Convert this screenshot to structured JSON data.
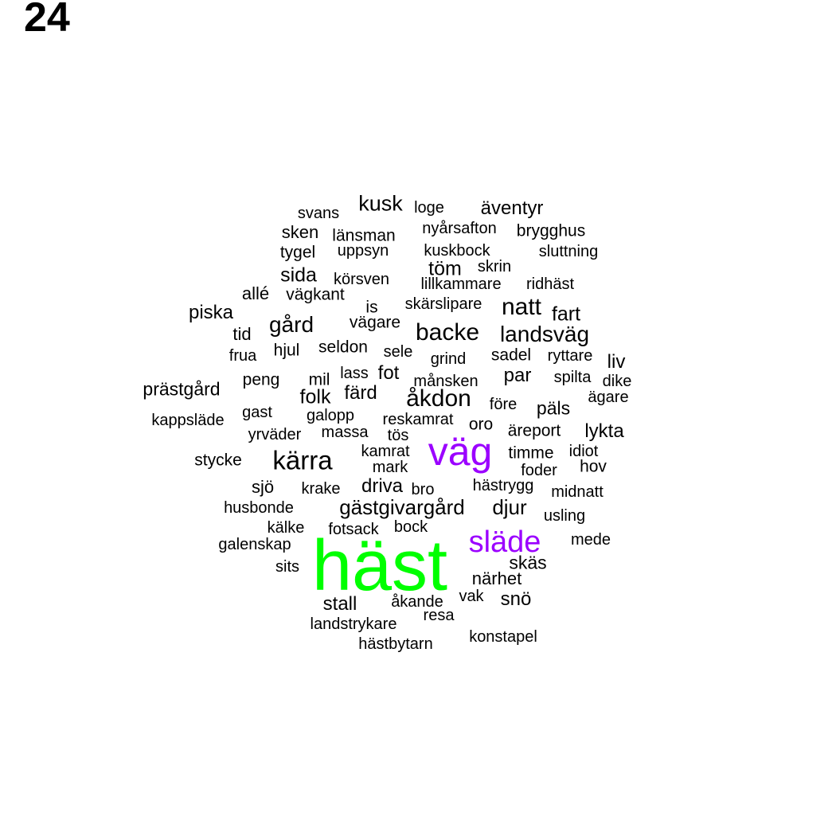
{
  "page_number": "24",
  "colors": {
    "largest": "#00ff00",
    "large": "#9b00ff",
    "normal": "#000000"
  },
  "words": [
    {
      "text": "häst",
      "tier": "largest"
    },
    {
      "text": "väg",
      "tier": "large"
    },
    {
      "text": "släde",
      "tier": "large"
    },
    {
      "text": "kärra",
      "tier": "normal"
    },
    {
      "text": "åkdon",
      "tier": "normal"
    },
    {
      "text": "backe",
      "tier": "normal"
    },
    {
      "text": "natt",
      "tier": "normal"
    },
    {
      "text": "gård",
      "tier": "normal"
    },
    {
      "text": "landsväg",
      "tier": "normal"
    },
    {
      "text": "gästgivargård",
      "tier": "normal"
    },
    {
      "text": "djur",
      "tier": "normal"
    },
    {
      "text": "kusk",
      "tier": "normal"
    },
    {
      "text": "äventyr",
      "tier": "normal"
    },
    {
      "text": "fart",
      "tier": "normal"
    },
    {
      "text": "töm",
      "tier": "normal"
    },
    {
      "text": "sida",
      "tier": "normal"
    },
    {
      "text": "piska",
      "tier": "normal"
    },
    {
      "text": "prästgård",
      "tier": "normal"
    },
    {
      "text": "folk",
      "tier": "normal"
    },
    {
      "text": "färd",
      "tier": "normal"
    },
    {
      "text": "fot",
      "tier": "normal"
    },
    {
      "text": "par",
      "tier": "normal"
    },
    {
      "text": "päls",
      "tier": "normal"
    },
    {
      "text": "lykta",
      "tier": "normal"
    },
    {
      "text": "liv",
      "tier": "normal"
    },
    {
      "text": "driva",
      "tier": "normal"
    },
    {
      "text": "stall",
      "tier": "normal"
    },
    {
      "text": "snö",
      "tier": "normal"
    },
    {
      "text": "skäs",
      "tier": "normal"
    },
    {
      "text": "närhet",
      "tier": "normal"
    },
    {
      "text": "timme",
      "tier": "normal"
    },
    {
      "text": "hov",
      "tier": "normal"
    },
    {
      "text": "svans",
      "tier": "normal"
    },
    {
      "text": "loge",
      "tier": "normal"
    },
    {
      "text": "sken",
      "tier": "normal"
    },
    {
      "text": "länsman",
      "tier": "normal"
    },
    {
      "text": "nyårsafton",
      "tier": "normal"
    },
    {
      "text": "brygghus",
      "tier": "normal"
    },
    {
      "text": "tygel",
      "tier": "normal"
    },
    {
      "text": "uppsyn",
      "tier": "normal"
    },
    {
      "text": "kuskbock",
      "tier": "normal"
    },
    {
      "text": "sluttning",
      "tier": "normal"
    },
    {
      "text": "skrin",
      "tier": "normal"
    },
    {
      "text": "körsven",
      "tier": "normal"
    },
    {
      "text": "lillkammare",
      "tier": "normal"
    },
    {
      "text": "ridhäst",
      "tier": "normal"
    },
    {
      "text": "allé",
      "tier": "normal"
    },
    {
      "text": "vägkant",
      "tier": "normal"
    },
    {
      "text": "is",
      "tier": "normal"
    },
    {
      "text": "skärslipare",
      "tier": "normal"
    },
    {
      "text": "tid",
      "tier": "normal"
    },
    {
      "text": "vägare",
      "tier": "normal"
    },
    {
      "text": "frua",
      "tier": "normal"
    },
    {
      "text": "hjul",
      "tier": "normal"
    },
    {
      "text": "seldon",
      "tier": "normal"
    },
    {
      "text": "sele",
      "tier": "normal"
    },
    {
      "text": "grind",
      "tier": "normal"
    },
    {
      "text": "sadel",
      "tier": "normal"
    },
    {
      "text": "ryttare",
      "tier": "normal"
    },
    {
      "text": "peng",
      "tier": "normal"
    },
    {
      "text": "mil",
      "tier": "normal"
    },
    {
      "text": "lass",
      "tier": "normal"
    },
    {
      "text": "månsken",
      "tier": "normal"
    },
    {
      "text": "spilta",
      "tier": "normal"
    },
    {
      "text": "dike",
      "tier": "normal"
    },
    {
      "text": "ägare",
      "tier": "normal"
    },
    {
      "text": "före",
      "tier": "normal"
    },
    {
      "text": "kappsläde",
      "tier": "normal"
    },
    {
      "text": "gast",
      "tier": "normal"
    },
    {
      "text": "galopp",
      "tier": "normal"
    },
    {
      "text": "reskamrat",
      "tier": "normal"
    },
    {
      "text": "oro",
      "tier": "normal"
    },
    {
      "text": "yrväder",
      "tier": "normal"
    },
    {
      "text": "massa",
      "tier": "normal"
    },
    {
      "text": "tös",
      "tier": "normal"
    },
    {
      "text": "äreport",
      "tier": "normal"
    },
    {
      "text": "stycke",
      "tier": "normal"
    },
    {
      "text": "kamrat",
      "tier": "normal"
    },
    {
      "text": "mark",
      "tier": "normal"
    },
    {
      "text": "idiot",
      "tier": "normal"
    },
    {
      "text": "foder",
      "tier": "normal"
    },
    {
      "text": "sjö",
      "tier": "normal"
    },
    {
      "text": "krake",
      "tier": "normal"
    },
    {
      "text": "bro",
      "tier": "normal"
    },
    {
      "text": "hästrygg",
      "tier": "normal"
    },
    {
      "text": "midnatt",
      "tier": "normal"
    },
    {
      "text": "husbonde",
      "tier": "normal"
    },
    {
      "text": "usling",
      "tier": "normal"
    },
    {
      "text": "kälke",
      "tier": "normal"
    },
    {
      "text": "fotsack",
      "tier": "normal"
    },
    {
      "text": "bock",
      "tier": "normal"
    },
    {
      "text": "mede",
      "tier": "normal"
    },
    {
      "text": "galenskap",
      "tier": "normal"
    },
    {
      "text": "sits",
      "tier": "normal"
    },
    {
      "text": "åkande",
      "tier": "normal"
    },
    {
      "text": "vak",
      "tier": "normal"
    },
    {
      "text": "resa",
      "tier": "normal"
    },
    {
      "text": "landstrykare",
      "tier": "normal"
    },
    {
      "text": "konstapel",
      "tier": "normal"
    },
    {
      "text": "hästbytarn",
      "tier": "normal"
    }
  ]
}
